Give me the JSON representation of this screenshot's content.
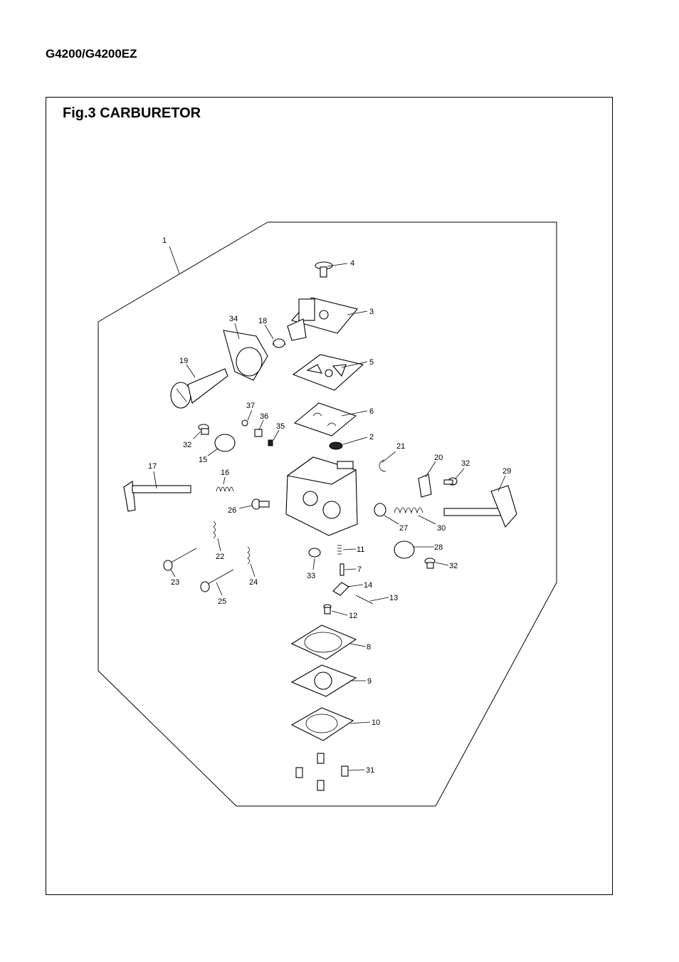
{
  "header": {
    "model": "G4200/G4200EZ"
  },
  "figure": {
    "title": "Fig.3  CARBURETOR"
  },
  "labels": [
    "1",
    "2",
    "3",
    "4",
    "5",
    "6",
    "7",
    "8",
    "9",
    "10",
    "11",
    "12",
    "13",
    "14",
    "15",
    "16",
    "17",
    "18",
    "19",
    "20",
    "21",
    "22",
    "23",
    "24",
    "25",
    "26",
    "27",
    "28",
    "29",
    "30",
    "31",
    "32",
    "32",
    "32",
    "33",
    "34",
    "35",
    "36",
    "37"
  ]
}
